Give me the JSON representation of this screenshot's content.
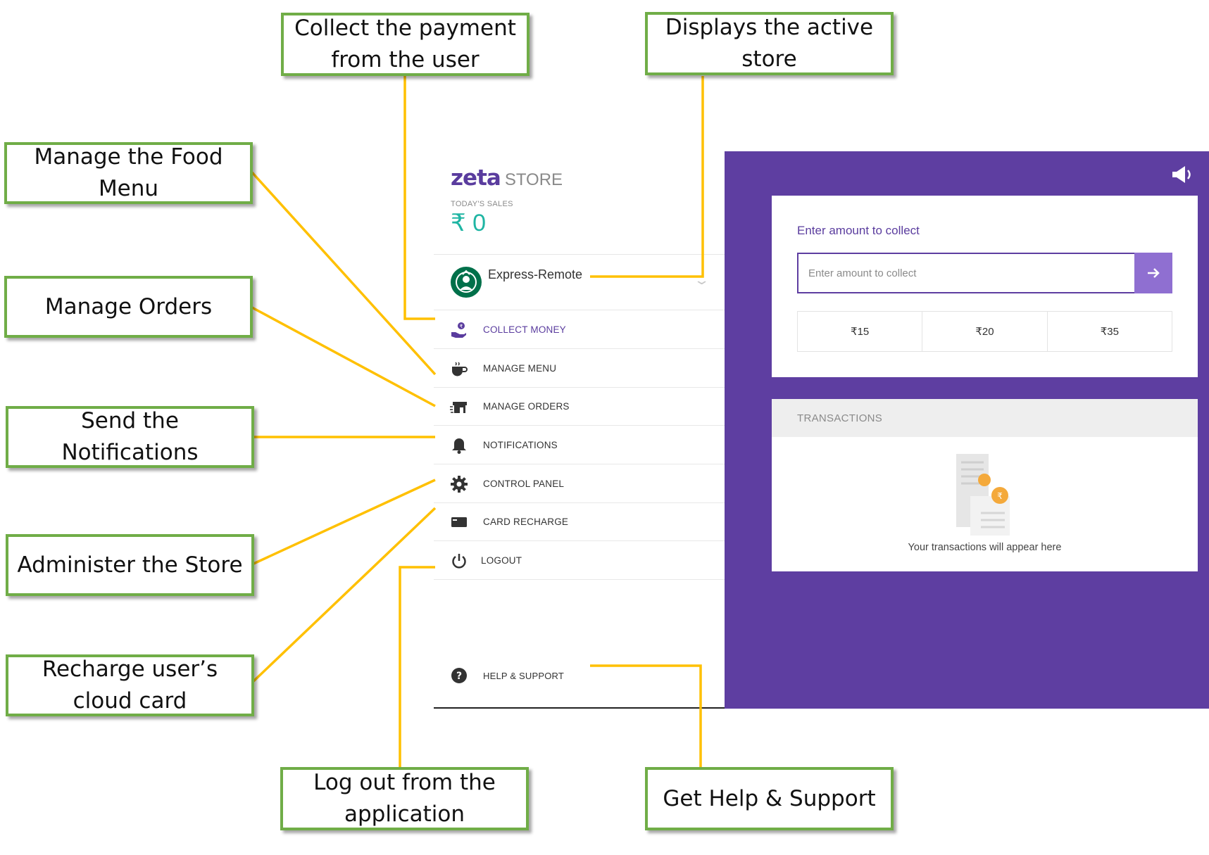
{
  "app": {
    "brand_word": "zeta",
    "brand_sub": "STORE",
    "sales_label": "TODAY'S SALES",
    "sales_value": "₹ 0",
    "store_name": "Express-Remote",
    "nav": [
      {
        "label": "COLLECT MONEY",
        "icon": "hand-coin-icon",
        "active": true
      },
      {
        "label": "MANAGE MENU",
        "icon": "cup-icon"
      },
      {
        "label": "MANAGE ORDERS",
        "icon": "store-orders-icon"
      },
      {
        "label": "NOTIFICATIONS",
        "icon": "bell-icon"
      },
      {
        "label": "CONTROL PANEL",
        "icon": "gear-icon"
      },
      {
        "label": "CARD RECHARGE",
        "icon": "card-icon"
      },
      {
        "label": "LOGOUT",
        "icon": "power-icon"
      }
    ],
    "help_label": "HELP & SUPPORT",
    "collect": {
      "title": "Enter amount to collect",
      "input_placeholder": "Enter amount to collect",
      "input_value": "",
      "quick_amounts": [
        "₹15",
        "₹20",
        "₹35"
      ]
    },
    "transactions": {
      "header": "TRANSACTIONS",
      "empty_text": "Your transactions will appear here"
    },
    "colors": {
      "brand_purple": "#5e3ea1",
      "accent_teal": "#1fb5a3",
      "callout_border": "#70ad47",
      "leader_line": "#ffc000"
    }
  },
  "callouts": {
    "collect_payment": "Collect the payment from the user",
    "active_store": "Displays the active store",
    "food_menu": "Manage the Food Menu",
    "orders": "Manage Orders",
    "notifications": "Send the Notifications",
    "administer": "Administer the Store",
    "recharge": "Recharge user’s cloud card",
    "logout": "Log out from the application",
    "help": "Get Help & Support"
  }
}
